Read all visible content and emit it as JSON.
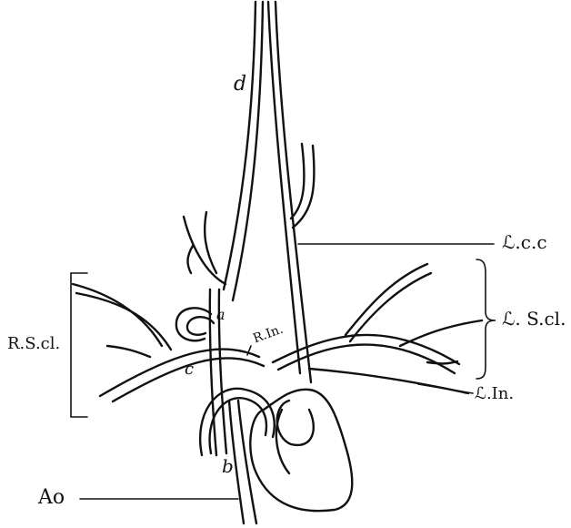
{
  "labels": {
    "d": "d",
    "a": "a",
    "c": "c",
    "b": "b",
    "r_in": "R.In.",
    "l_cc": "ℒ.c.c",
    "l_scl": "ℒ. S.cl.",
    "l_in": "ℒ.In.",
    "r_scl": "R.S.cl.",
    "ao": "Ao"
  }
}
